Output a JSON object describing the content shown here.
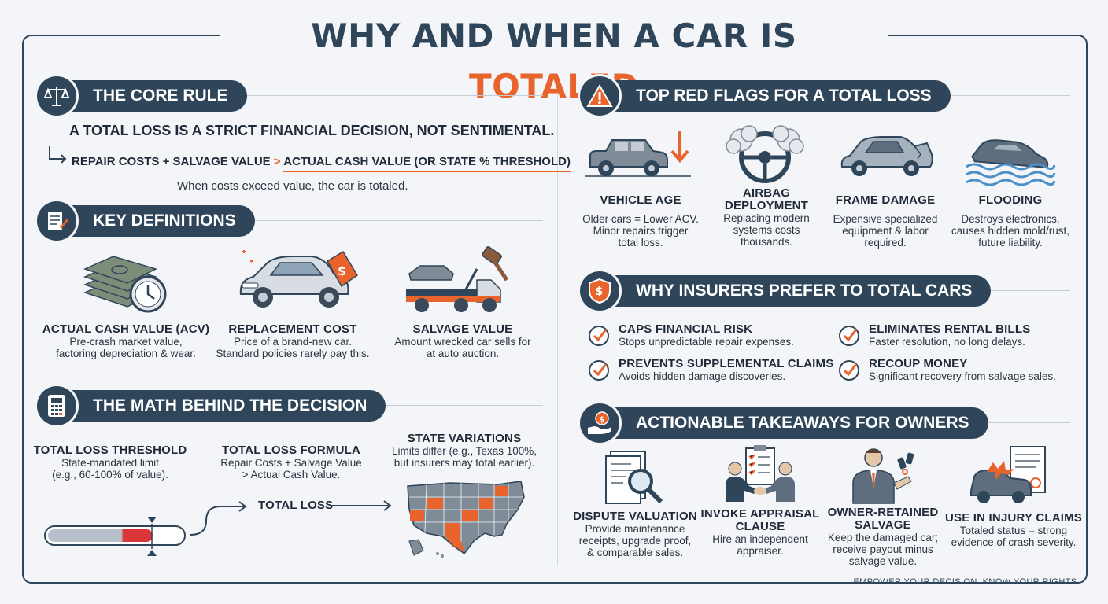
{
  "title": {
    "prefix": "WHY AND WHEN A CAR IS ",
    "accent": "TOTALED"
  },
  "core_rule": {
    "heading": "THE CORE RULE",
    "statement": "A TOTAL LOSS IS A STRICT FINANCIAL DECISION, NOT SENTIMENTAL.",
    "formula_left": "REPAIR COSTS + SALVAGE VALUE",
    "formula_op": ">",
    "formula_right": "ACTUAL CASH VALUE (OR STATE % THRESHOLD)",
    "note": "When costs exceed value, the car is totaled.",
    "icon": "scales-icon"
  },
  "definitions": {
    "heading": "KEY DEFINITIONS",
    "icon": "document-pen-icon",
    "items": [
      {
        "title": "ACTUAL CASH VALUE (ACV)",
        "line1": "Pre-crash market value,",
        "line2": "factoring depreciation & wear.",
        "icon": "cash-clock-icon"
      },
      {
        "title": "REPLACEMENT COST",
        "line1": "Price of a brand-new car.",
        "line2": "Standard policies rarely pay this.",
        "icon": "new-car-price-tag-icon"
      },
      {
        "title": "SALVAGE VALUE",
        "line1": "Amount wrecked car sells for",
        "line2": "at auto auction.",
        "icon": "tow-truck-gavel-icon"
      }
    ]
  },
  "math": {
    "heading": "THE MATH BEHIND THE DECISION",
    "icon": "calculator-icon",
    "threshold": {
      "title": "TOTAL LOSS THRESHOLD",
      "line1": "State-mandated limit",
      "line2": "(e.g., 60-100% of value)."
    },
    "formula": {
      "title": "TOTAL LOSS FORMULA",
      "line1": "Repair Costs + Salvage Value",
      "line2": "> Actual Cash Value."
    },
    "variations": {
      "title": "STATE VARIATIONS",
      "line1": "Limits differ (e.g., Texas 100%,",
      "line2": "but insurers may total earlier)."
    },
    "result": "TOTAL LOSS",
    "threshold_fill": 0.78
  },
  "red_flags": {
    "heading": "TOP RED FLAGS FOR A TOTAL LOSS",
    "icon": "warning-icon",
    "items": [
      {
        "title": "VEHICLE AGE",
        "title2": "",
        "line1": "Older cars = Lower ACV.",
        "line2": "Minor repairs trigger",
        "line3": "total loss.",
        "icon": "old-car-icon"
      },
      {
        "title": "AIRBAG",
        "title2": "DEPLOYMENT",
        "line1": "Replacing modern",
        "line2": "systems costs",
        "line3": "thousands.",
        "icon": "airbag-icon"
      },
      {
        "title": "FRAME DAMAGE",
        "title2": "",
        "line1": "Expensive specialized",
        "line2": "equipment & labor",
        "line3": "required.",
        "icon": "damaged-car-icon"
      },
      {
        "title": "FLOODING",
        "title2": "",
        "line1": "Destroys electronics,",
        "line2": "causes hidden mold/rust,",
        "line3": "future liability.",
        "icon": "flooded-car-icon"
      }
    ]
  },
  "insurers": {
    "heading": "WHY INSURERS PREFER TO TOTAL CARS",
    "icon": "shield-dollar-icon",
    "items": [
      {
        "title": "CAPS FINANCIAL RISK",
        "desc": "Stops unpredictable repair expenses."
      },
      {
        "title": "ELIMINATES RENTAL BILLS",
        "desc": "Faster resolution, no long delays."
      },
      {
        "title": "PREVENTS SUPPLEMENTAL CLAIMS",
        "desc": "Avoids hidden damage discoveries."
      },
      {
        "title": "RECOUP MONEY",
        "desc": "Significant recovery from salvage sales."
      }
    ]
  },
  "takeaways": {
    "heading": "ACTIONABLE TAKEAWAYS FOR OWNERS",
    "icon": "hand-coin-icon",
    "items": [
      {
        "title": "DISPUTE VALUATION",
        "title2": "",
        "line1": "Provide maintenance",
        "line2": "receipts, upgrade proof,",
        "line3": "& comparable sales.",
        "icon": "magnifier-document-icon"
      },
      {
        "title": "INVOKE APPRAISAL",
        "title2": "CLAUSE",
        "line1": "Hire an independent",
        "line2": "appraiser.",
        "line3": "",
        "icon": "handshake-clipboard-icon"
      },
      {
        "title": "OWNER-RETAINED",
        "title2": "SALVAGE",
        "line1": "Keep the damaged car;",
        "line2": "receive payout minus",
        "line3": "salvage value.",
        "icon": "owner-keys-icon"
      },
      {
        "title": "USE IN INJURY CLAIMS",
        "title2": "",
        "line1": "Totaled status = strong",
        "line2": "evidence of crash severity.",
        "line3": "",
        "icon": "crash-document-icon"
      }
    ]
  },
  "footer": "EMPOWER YOUR DECISION. KNOW YOUR RIGHTS.",
  "colors": {
    "navy": "#2f4559",
    "orange": "#e8642c",
    "background": "#f3f5f8"
  }
}
